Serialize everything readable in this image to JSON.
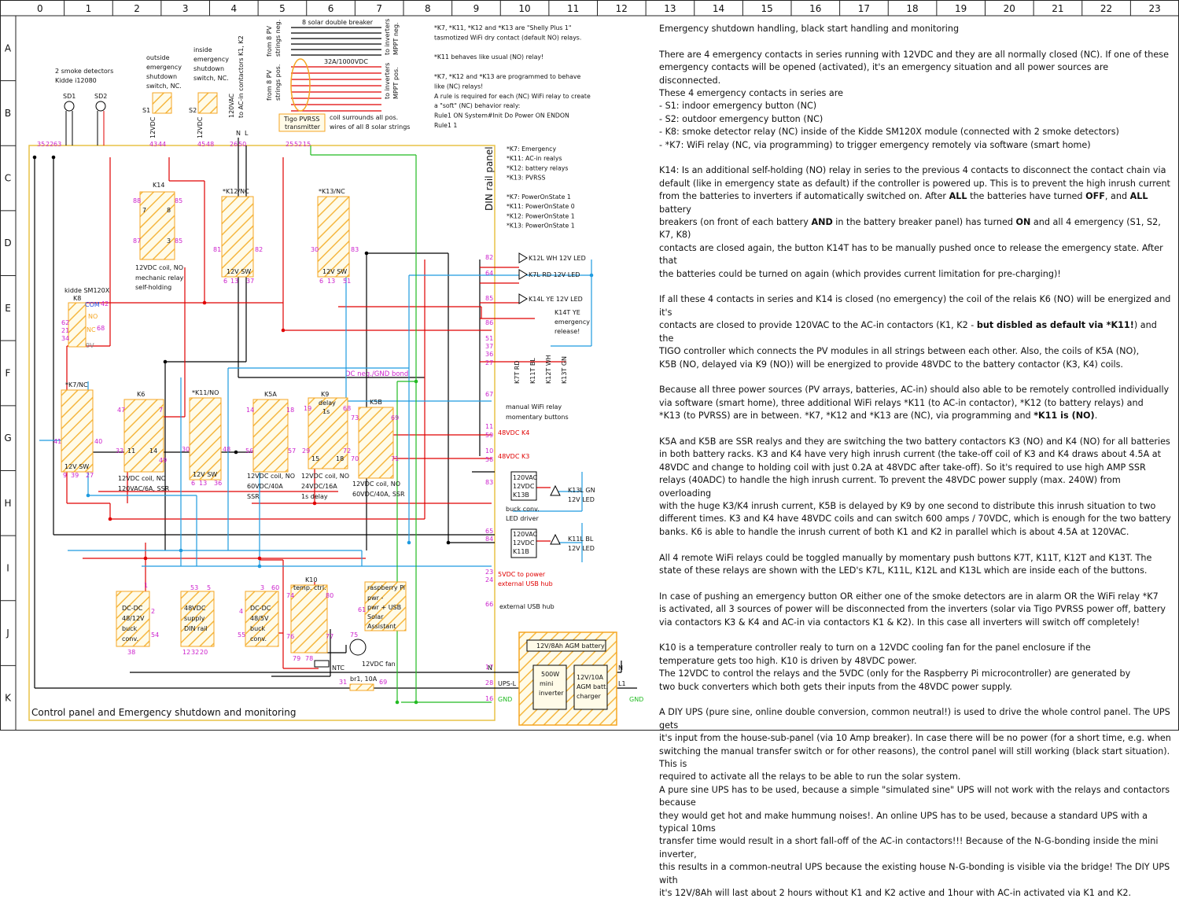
{
  "grid": {
    "columns": [
      "0",
      "1",
      "2",
      "3",
      "4",
      "5",
      "6",
      "7",
      "8",
      "9",
      "10",
      "11",
      "12",
      "13",
      "14",
      "15",
      "16",
      "17",
      "18",
      "19",
      "20",
      "21",
      "22",
      "23"
    ],
    "rows": [
      "A",
      "B",
      "C",
      "D",
      "E",
      "F",
      "G",
      "H",
      "I",
      "J",
      "K"
    ]
  },
  "panel": {
    "caption": "Control panel and Emergency shutdown and monitoring",
    "din_rail_label": "DIN rail panel",
    "dc_bond_label": "DC neg./GND bond"
  },
  "top": {
    "smoke_detectors": [
      "2 smoke detectors",
      "Kidde i12080"
    ],
    "sd1": "SD1",
    "sd2": "SD2",
    "outside_switch": [
      "outside",
      "emergency",
      "shutdown",
      "switch, NC."
    ],
    "inside_switch": [
      "inside",
      "emergency",
      "shutdown",
      "switch, NC."
    ],
    "s1": "S1",
    "s2": "S2",
    "s1_12v": "12VDC",
    "s2_12v": "12VDC",
    "ac_contactors": [
      "120VAC",
      "to AC-in contactors K1, K2"
    ],
    "pv_neg": [
      "from 8 PV",
      "strings neg."
    ],
    "pv_pos": [
      "from 8 PV",
      "strings pos."
    ],
    "breaker_title": "8 solar double breaker",
    "breaker_rating": "32A/1000VDC",
    "inv_neg": [
      "to inverters",
      "MPPT neg."
    ],
    "inv_pos": [
      "to inverters",
      "MPPT pos."
    ],
    "tigo": [
      "Tigo PVRSS",
      "transmitter"
    ],
    "coil_note": [
      "coil surrounds all pos.",
      "wires of all 8 solar strings"
    ],
    "shelly_note": [
      "*K7, *K11, *K12 and *K13 are \"Shelly Plus 1\"",
      "tasmotized WiFi dry contact (default NO) relays.",
      "",
      "*K11 behaves like usual (NO) relay!",
      "",
      "*K7, *K12 and *K13 are programmed to behave",
      "like (NC) relays!",
      "A rule is required for each (NC) WiFi relay to create",
      "a \"soft\" (NC) behavior realy:",
      "  Rule1 ON System#Init Do Power ON ENDON",
      "  Rule1 1"
    ],
    "relay_roles": [
      "*K7:   Emergency",
      "*K11: AC-in realys",
      "*K12: battery relays",
      "*K13: PVRSS"
    ],
    "power_on_state": [
      "*K7:   PowerOnState 1",
      "*K11: PowerOnState 0",
      "*K12: PowerOnState 1",
      "*K13: PowerOnState 1"
    ]
  },
  "terminals_top": {
    "t35": "35",
    "t22": "22",
    "t63": "63",
    "t43": "43",
    "t44": "44",
    "t45": "45",
    "t48": "48",
    "n": "N",
    "l": "L",
    "t26": "26",
    "t50": "50",
    "t25": "25",
    "t52": "52",
    "t15": "15"
  },
  "components": {
    "k14": {
      "name": "K14",
      "desc": [
        "12VDC coil, NO",
        "mechanic relay",
        "self-holding"
      ],
      "pins": [
        "88",
        "85",
        "87",
        "85",
        "7",
        "8",
        "3"
      ]
    },
    "k12": {
      "name": "*K12/NC",
      "sw": "12V SW",
      "pins": [
        "81",
        "82",
        "6",
        "13",
        "37"
      ]
    },
    "k13": {
      "name": "*K13/NC",
      "sw": "12V SW",
      "pins": [
        "30",
        "83",
        "6",
        "13",
        "51"
      ]
    },
    "k8": {
      "name": [
        "kidde SM120X",
        "K8"
      ],
      "com": "COM",
      "no": "NO",
      "nc": "NC",
      "v": "9V",
      "pins": [
        "42",
        "62",
        "21",
        "68",
        "34"
      ]
    },
    "k7": {
      "name": "*K7/NC",
      "sw": "12V SW",
      "pins": [
        "41",
        "40",
        "9",
        "39",
        "27"
      ]
    },
    "k6": {
      "name": "K6",
      "desc": [
        "12VDC coil, NO",
        "120VAC/6A, SSR"
      ],
      "pins": [
        "47",
        "7",
        "33",
        "49",
        "11",
        "14"
      ]
    },
    "k11": {
      "name": "*K11/NO",
      "sw": "12V SW",
      "pins": [
        "30",
        "48",
        "6",
        "13",
        "36"
      ]
    },
    "k5a": {
      "name": "K5A",
      "desc": [
        "12VDC coil, NO",
        "60VDC/40A",
        "SSR"
      ],
      "pins": [
        "14",
        "18",
        "56",
        "57"
      ]
    },
    "k9": {
      "name": "K9",
      "delay": [
        "delay",
        "1s"
      ],
      "desc": [
        "12VDC coil, NO",
        "24VDC/16A",
        "1s delay"
      ],
      "pins": [
        "19",
        "68",
        "29",
        "72",
        "15",
        "18"
      ]
    },
    "k5b": {
      "name": "K5B",
      "desc": [
        "12VDC coil, NO",
        "60VDC/40A, SSR"
      ],
      "pins": [
        "73",
        "69",
        "70",
        "71"
      ]
    },
    "dcdc_12": {
      "label": [
        "DC-DC",
        "48/12V",
        "buck",
        "conv."
      ],
      "pins": [
        "1",
        "2",
        "54",
        "38"
      ]
    },
    "psu_48": {
      "label": [
        "48VDC",
        "supply",
        "DIN rail"
      ],
      "pins": [
        "53",
        "5",
        "12",
        "32",
        "20"
      ]
    },
    "dcdc_5": {
      "label": [
        "DC-DC",
        "48/5V",
        "buck",
        "conv."
      ],
      "pins": [
        "4",
        "55",
        "3",
        "60"
      ]
    },
    "k10": {
      "name": "K10",
      "label": [
        "temp. ctrl."
      ],
      "pins": [
        "74",
        "80",
        "76",
        "77",
        "79",
        "78"
      ],
      "ntc": "NTC"
    },
    "rpi": {
      "label": [
        "raspberry Pi",
        "pwr -",
        "pwr +   USB",
        "Solar",
        "Assistant"
      ],
      "pins": [
        "61"
      ]
    },
    "fan": {
      "label": "12VDC fan",
      "pin": "75"
    },
    "br1": {
      "label": "br1, 10A",
      "pins": [
        "31",
        "69"
      ]
    },
    "ups": {
      "battery": "12V/8Ah AGM battery",
      "inverter": [
        "500W",
        "mini",
        "inverter"
      ],
      "charger": [
        "12V/10A",
        "AGM batt.",
        "charger"
      ]
    }
  },
  "right_side": {
    "pins": [
      "82",
      "64",
      "85",
      "86",
      "51",
      "37",
      "36",
      "27",
      "67",
      "11",
      "59",
      "10",
      "58",
      "83",
      "65",
      "84",
      "23",
      "24",
      "66",
      "17",
      "28",
      "16"
    ],
    "leds": [
      "K12L WH 12V LED",
      "K7L RD 12V LED",
      "K14L YE 12V LED"
    ],
    "k14t": [
      "K14T YE",
      "emergency",
      "release!"
    ],
    "push_buttons": [
      "K7T RD",
      "K11T BL",
      "K12T WH",
      "K13T GN"
    ],
    "manual_wifi": [
      "manual WiFi relay",
      "momentary buttons"
    ],
    "k4_label": "48VDC K4",
    "k3_label": "48VDC K3",
    "k13b": [
      "120VAC",
      "12VDC",
      "K13B"
    ],
    "k11b": [
      "120VAC",
      "12VDC",
      "K11B"
    ],
    "led_driver": [
      "buck conv.",
      "LED driver"
    ],
    "k13l": [
      "K13L GN",
      "12V LED"
    ],
    "k11l": [
      "K11L BL",
      "12V LED"
    ],
    "usb_hub": [
      "5VDC to power",
      "external USB hub"
    ],
    "ext_usb": "external USB hub",
    "n": "N",
    "ups_l": "UPS-L",
    "gnd": "GND",
    "l1": "L1"
  },
  "notes": [
    "Emergency shutdown handling, black start handling and monitoring",
    "There are 4 emergency contacts in series running with 12VDC and they are all normally closed (NC). If one of these\nemergency contacts will be opened (activated), it's an emergency situation and all power sources are disconnected.\nThese 4 emergency contacts in series are\n- S1: indoor emergency button (NC)\n- S2: outdoor emergency button (NC)\n- K8: smoke detector relay (NC) inside of the Kidde SM120X module (connected with 2 smoke detectors)\n- *K7: WiFi relay (NC, via programming) to trigger emergency remotely via software (smart home)",
    "K14: Is an additional self-holding (NO) relay in series to the previous 4 contacts to disconnect the contact chain via\ndefault (like in emergency state as default) if the controller is powered up. This is to prevent the high inrush current\nfrom the batteries to inverters if automatically switched on. After ALL the batteries have turned OFF, and ALL battery\nbreakers (on front of each battery AND in the battery breaker panel) has turned ON and all 4 emergency (S1, S2, K7, K8)\ncontacts are closed again, the button K14T has to be manually pushed once to release the emergency state. After that\nthe batteries could be turned on again (which provides current limitation for pre-charging)!",
    "If all these 4 contacts in series and K14 is closed (no emergency) the coil of the relais K6 (NO) will be energized and it's\ncontacts are closed to provide 120VAC to the AC-in contactors (K1, K2 - but disbled as default via *K11!) and the\nTIGO controller which connects the PV modules in all strings between each other. Also, the coils of K5A (NO),\nK5B (NO, delayed via K9 (NO)) will be energized to provide 48VDC to the battery contactor (K3, K4) coils.",
    "Because all three power sources (PV arrays, batteries, AC-in) should also able to be remotely controlled individually\nvia software (smart home), three additional WiFi relays *K11 (to AC-in contactor), *K12 (to battery relays) and\n*K13 (to PVRSS) are in between. *K7, *K12 and *K13 are (NC), via programming and *K11 is (NO).",
    "K5A and K5B are SSR realys and they are switching the two battery contactors K3 (NO) and K4 (NO) for all batteries\nin both battery racks. K3 and K4 have very high inrush current (the take-off coil of K3 and K4 draws about 4.5A at\n48VDC and change to holding coil with just 0.2A at 48VDC after take-off). So it's required to use high AMP SSR\nrelays (40ADC) to handle the high inrush current. To prevent the 48VDC power supply (max. 240W) from overloading\nwith the huge K3/K4 inrush current, K5B is delayed by K9 by one second to distribute this inrush situation to two\ndifferent times. K3 and K4 have 48VDC coils and can switch 600 amps / 70VDC, which is enough for the two battery\nbanks. K6 is able to handle the inrush current of both K1 and K2 in parallel which is about 4.5A at 120VAC.",
    "All 4 remote WiFi relays could be toggled manually by momentary push buttons K7T, K11T, K12T and K13T. The\nstate of these relays are shown with the LED's K7L, K11L, K12L and K13L which are inside each of the buttons.",
    "In case of pushing an emergency button OR either one of the smoke detectors are in alarm OR the WiFi relay *K7\nis activated, all 3 sources of power will be disconnected from the inverters (solar via Tigo PVRSS power off, battery\nvia contactors K3 & K4 and AC-in via contactors K1 & K2). In this case all inverters will switch off completely!",
    "K10 is a temperature controller realy to turn on a 12VDC cooling fan for the panel enclosure if the\ntemperature gets too high. K10 is driven by 48VDC power.\nThe 12VDC to control the relays and the 5VDC (only for the Raspberry Pi microcontroller) are generated by\ntwo buck converters which both gets their inputs from the 48VDC power supply.",
    "A DIY UPS (pure sine, online double conversion, common neutral!) is used to drive the whole control panel. The UPS gets\nit's input from the house-sub-panel (via 10 Amp breaker). In case there will be no power (for a short time, e.g. when\nswitching the manual transfer switch or for other reasons), the control panel will still working (black start situation). This is\nrequired to activate all the relays to be able to run the solar system.\nA pure sine UPS has to be used, because a simple \"simulated sine\" UPS will not work with the relays and contactors because\nthey would get hot and make hummung noises!. An online UPS has to be used, because a standard UPS with a typical 10ms\ntransfer time would result in a short fall-off of the AC-in contactors!!! Because of the N-G-bonding inside the mini inverter,\nthis results in a common-neutral UPS because the existing house N-G-bonding is visible via the bridge! The DIY UPS with\nit's 12V/8Ah will last about 2 hours without K1 and K2 active and 1hour with AC-in activated via K1 and K2."
  ],
  "colors": {
    "dc12": "#e00000",
    "gnd": "#000000",
    "ac": "#1e9be0",
    "pe": "#22bb22",
    "label": "#cc22cc",
    "component": "#f5a623",
    "grid": "#222222"
  }
}
